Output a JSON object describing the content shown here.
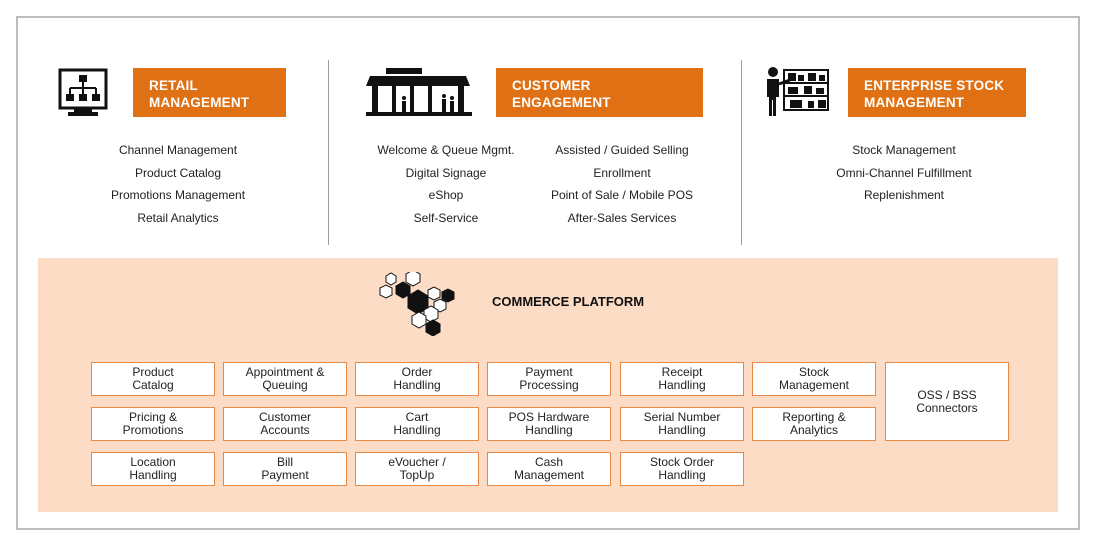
{
  "columns": [
    {
      "title_line1": "RETAIL",
      "title_line2": "MANAGEMENT",
      "icon": "monitor-hierarchy-icon",
      "items": [
        "Channel Management",
        "Product Catalog",
        "Promotions Management",
        "Retail Analytics"
      ]
    },
    {
      "title_line1": "CUSTOMER",
      "title_line2": "ENGAGEMENT",
      "icon": "storefront-icon",
      "items_left": [
        "Welcome & Queue Mgmt.",
        "Digital Signage",
        "eShop",
        "Self-Service"
      ],
      "items_right": [
        "Assisted / Guided Selling",
        "Enrollment",
        "Point of Sale / Mobile POS",
        "After-Sales Services"
      ]
    },
    {
      "title_line1": "ENTERPRISE STOCK",
      "title_line2": "MANAGEMENT",
      "icon": "warehouse-worker-icon",
      "items": [
        "Stock Management",
        "Omni-Channel Fulfillment",
        "Replenishment"
      ]
    }
  ],
  "platform": {
    "title": "COMMERCE PLATFORM",
    "icon": "hexagon-cluster-icon",
    "modules": [
      "Product\nCatalog",
      "Appointment &\nQueuing",
      "Order\nHandling",
      "Payment\nProcessing",
      "Receipt\nHandling",
      "Stock\nManagement",
      "Pricing &\nPromotions",
      "Customer\nAccounts",
      "Cart\nHandling",
      "POS Hardware\nHandling",
      "Serial Number\nHandling",
      "Reporting &\nAnalytics",
      "Location\nHandling",
      "Bill\nPayment",
      "eVoucher /\nTopUp",
      "Cash\nManagement",
      "Stock Order\nHandling"
    ],
    "side_module": "OSS / BSS\nConnectors"
  },
  "colors": {
    "accent": "#e07014",
    "platform_bg": "#fddcc6",
    "box_border": "#e8894a"
  }
}
